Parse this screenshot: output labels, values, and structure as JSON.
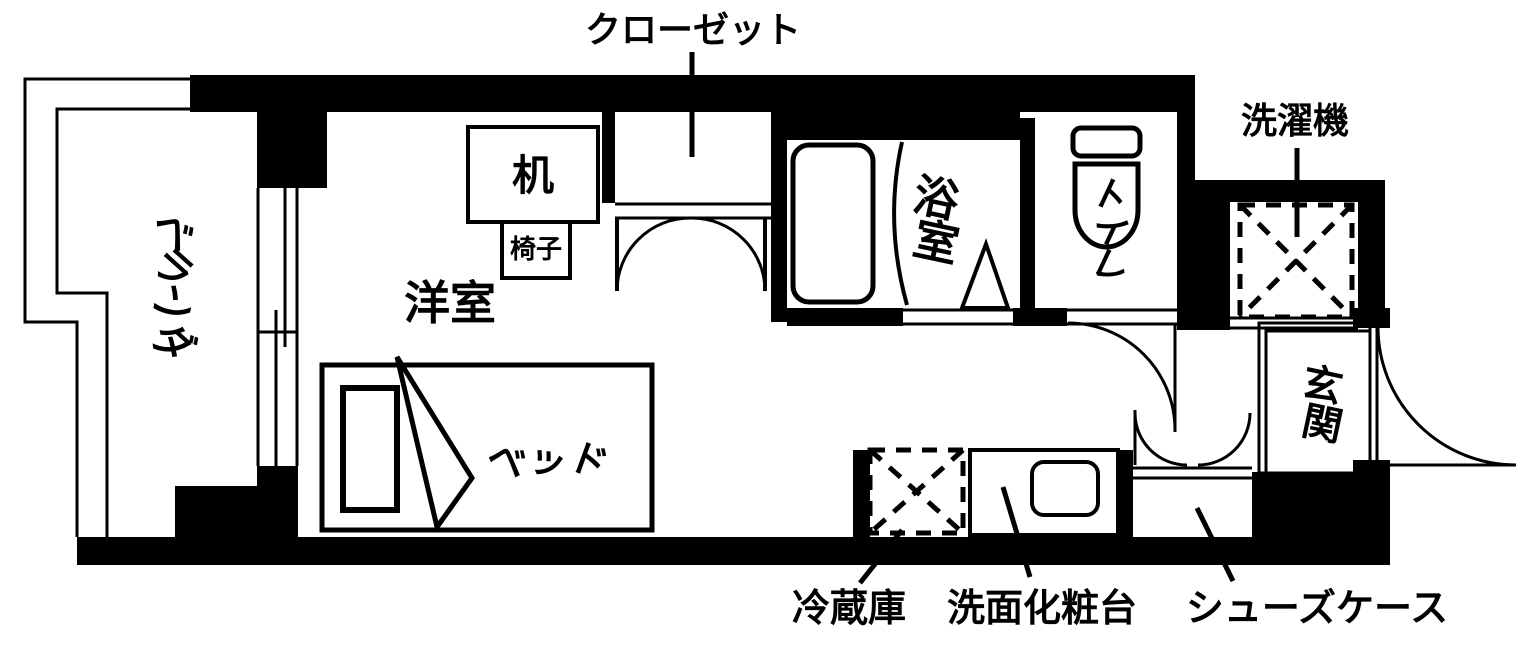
{
  "title": "one-room apartment floor plan",
  "colors": {
    "line": "#000000",
    "background": "#ffffff"
  },
  "rooms": {
    "veranda": {
      "label": "ベランダ"
    },
    "western_room": {
      "label": "洋室"
    },
    "bathroom": {
      "label": "浴室"
    },
    "toilet": {
      "label": "トイレ"
    },
    "entrance": {
      "label": "玄関"
    }
  },
  "fixtures": {
    "closet": {
      "label": "クローゼット"
    },
    "desk": {
      "label": "机"
    },
    "chair": {
      "label": "椅子"
    },
    "bed": {
      "label": "ベッド"
    },
    "washing_machine": {
      "label": "洗濯機"
    },
    "refrigerator": {
      "label": "冷蔵庫"
    },
    "vanity": {
      "label": "洗面化粧台"
    },
    "shoe_case": {
      "label": "シューズケース"
    }
  }
}
